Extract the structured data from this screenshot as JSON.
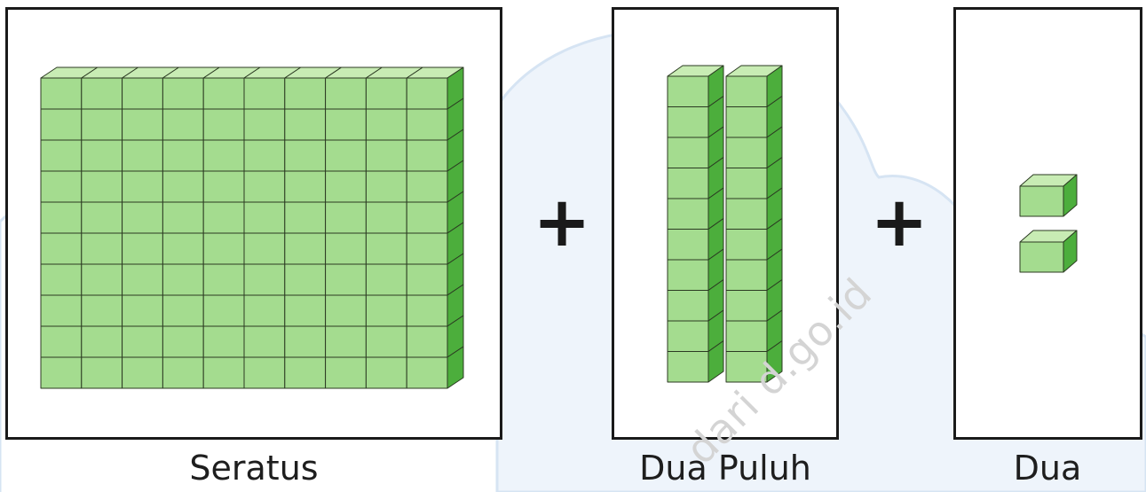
{
  "panels": [
    {
      "id": "hundreds",
      "label": "Seratus"
    },
    {
      "id": "tens",
      "label": "Dua Puluh"
    },
    {
      "id": "ones",
      "label": "Dua"
    }
  ],
  "operators": [
    "+",
    "+"
  ],
  "watermark": "dari    d.go.id",
  "colors": {
    "block_front": "#a4dc8f",
    "block_top": "#c8ecb4",
    "block_side": "#4cae3c",
    "block_outline": "#2b3a22",
    "cloud": "#eef4fb",
    "cloud_edge": "#d6e4f3",
    "border": "#1a1a1a"
  },
  "block_counts": {
    "hundreds": 100,
    "tens": 20,
    "ones": 2
  }
}
